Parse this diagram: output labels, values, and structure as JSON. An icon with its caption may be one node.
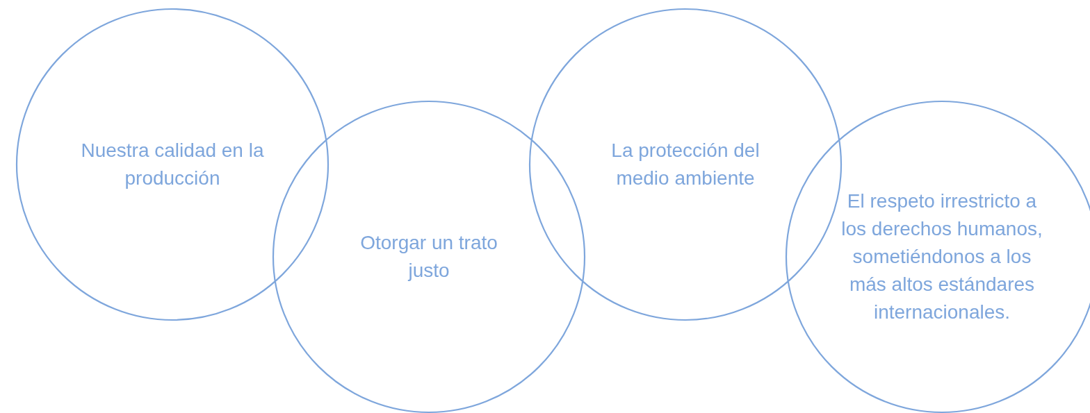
{
  "diagram": {
    "nodes": [
      {
        "text": [
          "Nuestra calidad en la producción"
        ]
      },
      {
        "text": [
          "Otorgar un trato justo"
        ]
      },
      {
        "text": [
          "La protección del medio ambiente"
        ]
      },
      {
        "text": [
          "El respeto irrestricto a los derechos humanos, sometiéndonos a los más altos estándares internacionales."
        ]
      }
    ],
    "edges": []
  }
}
